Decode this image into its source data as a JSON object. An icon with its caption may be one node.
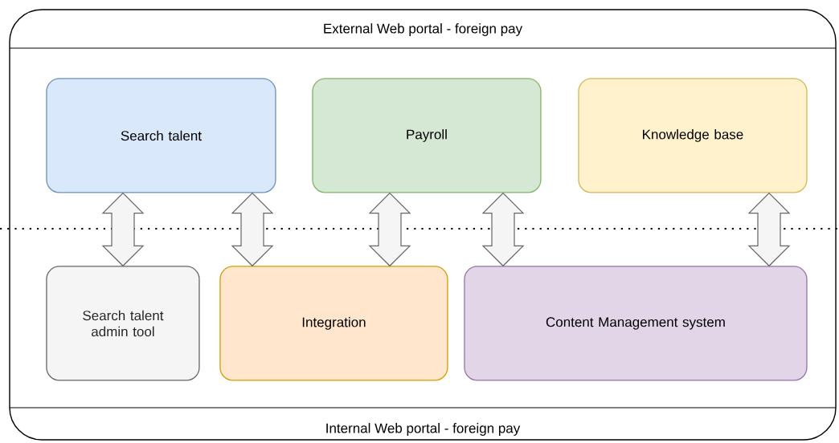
{
  "diagram": {
    "nodes": [
      {
        "text": [
          "External Web portal - foreign pay",
          "Internal Web portal - foreign pay"
        ]
      },
      {
        "text": [
          "Search talent"
        ],
        "in": 0
      },
      {
        "text": [
          "Payroll"
        ],
        "in": 0
      },
      {
        "text": [
          "Knowledge base"
        ],
        "in": 0
      },
      {
        "text": [
          "Search talent admin tool"
        ],
        "in": 0
      },
      {
        "text": [
          "Integration"
        ],
        "in": 0
      },
      {
        "text": [
          "Content Management system"
        ],
        "in": 0
      }
    ],
    "edges": [
      {
        "from": 1,
        "to": 4,
        "arrow": "both"
      },
      {
        "from": 1,
        "to": 5,
        "arrow": "both"
      },
      {
        "from": 2,
        "to": 5,
        "arrow": "both"
      },
      {
        "from": 2,
        "to": 6,
        "arrow": "both"
      },
      {
        "from": 3,
        "to": 6,
        "arrow": "both"
      }
    ]
  }
}
